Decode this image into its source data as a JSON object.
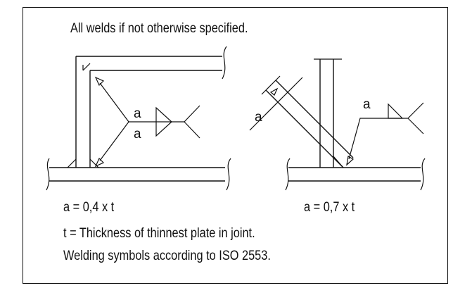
{
  "heading": "All welds if not otherwise specified.",
  "left_joint": {
    "symbol_top": "a",
    "symbol_bottom": "a",
    "formula": "a = 0,4 x t"
  },
  "right_joint": {
    "symbol_diag": "a",
    "symbol_ref": "a",
    "formula": "a = 0,7 x t"
  },
  "note_thickness": "t = Thickness of thinnest plate in joint.",
  "note_standard": "Welding symbols according to ISO 2553.",
  "colors": {
    "line": "#111111",
    "background": "#ffffff"
  }
}
